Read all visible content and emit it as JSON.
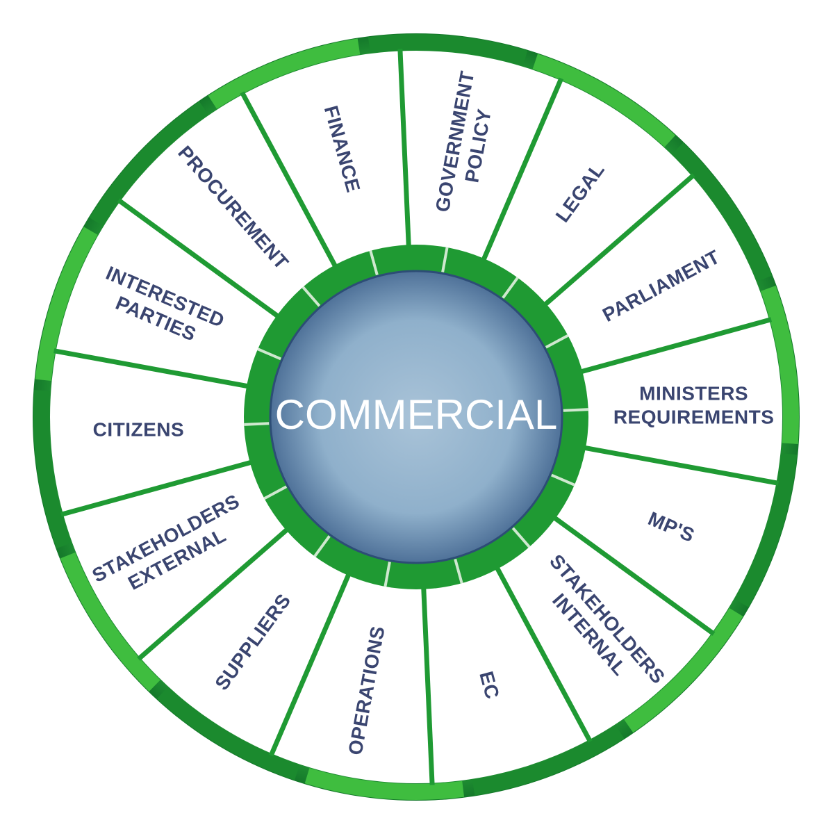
{
  "center": {
    "label": "COMMERCIAL"
  },
  "segments": [
    {
      "lines": [
        "GOVERNMENT",
        "POLICY"
      ]
    },
    {
      "lines": [
        "LEGAL"
      ]
    },
    {
      "lines": [
        "PARLIAMENT"
      ]
    },
    {
      "lines": [
        "MINISTERS",
        "REQUIREMENTS"
      ]
    },
    {
      "lines": [
        "MP'S"
      ]
    },
    {
      "lines": [
        "STAKEHOLDERS",
        "INTERNAL"
      ]
    },
    {
      "lines": [
        "EC"
      ]
    },
    {
      "lines": [
        "OPERATIONS"
      ]
    },
    {
      "lines": [
        "SUPPLIERS"
      ]
    },
    {
      "lines": [
        "STAKEHOLDERS",
        "EXTERNAL"
      ]
    },
    {
      "lines": [
        "CITIZENS"
      ]
    },
    {
      "lines": [
        "INTERESTED",
        "PARTIES"
      ]
    },
    {
      "lines": [
        "PROCUREMENT"
      ]
    },
    {
      "lines": [
        "FINANCE"
      ]
    }
  ],
  "colors": {
    "ring_dark": "#1b8a2e",
    "ring_light": "#3fbd3f",
    "divider": "#1f9a33",
    "segment_fill": "#ffffff",
    "text": "#3a4570",
    "hub_light": "#a9c3d8",
    "hub_dark": "#3c5f8a"
  }
}
